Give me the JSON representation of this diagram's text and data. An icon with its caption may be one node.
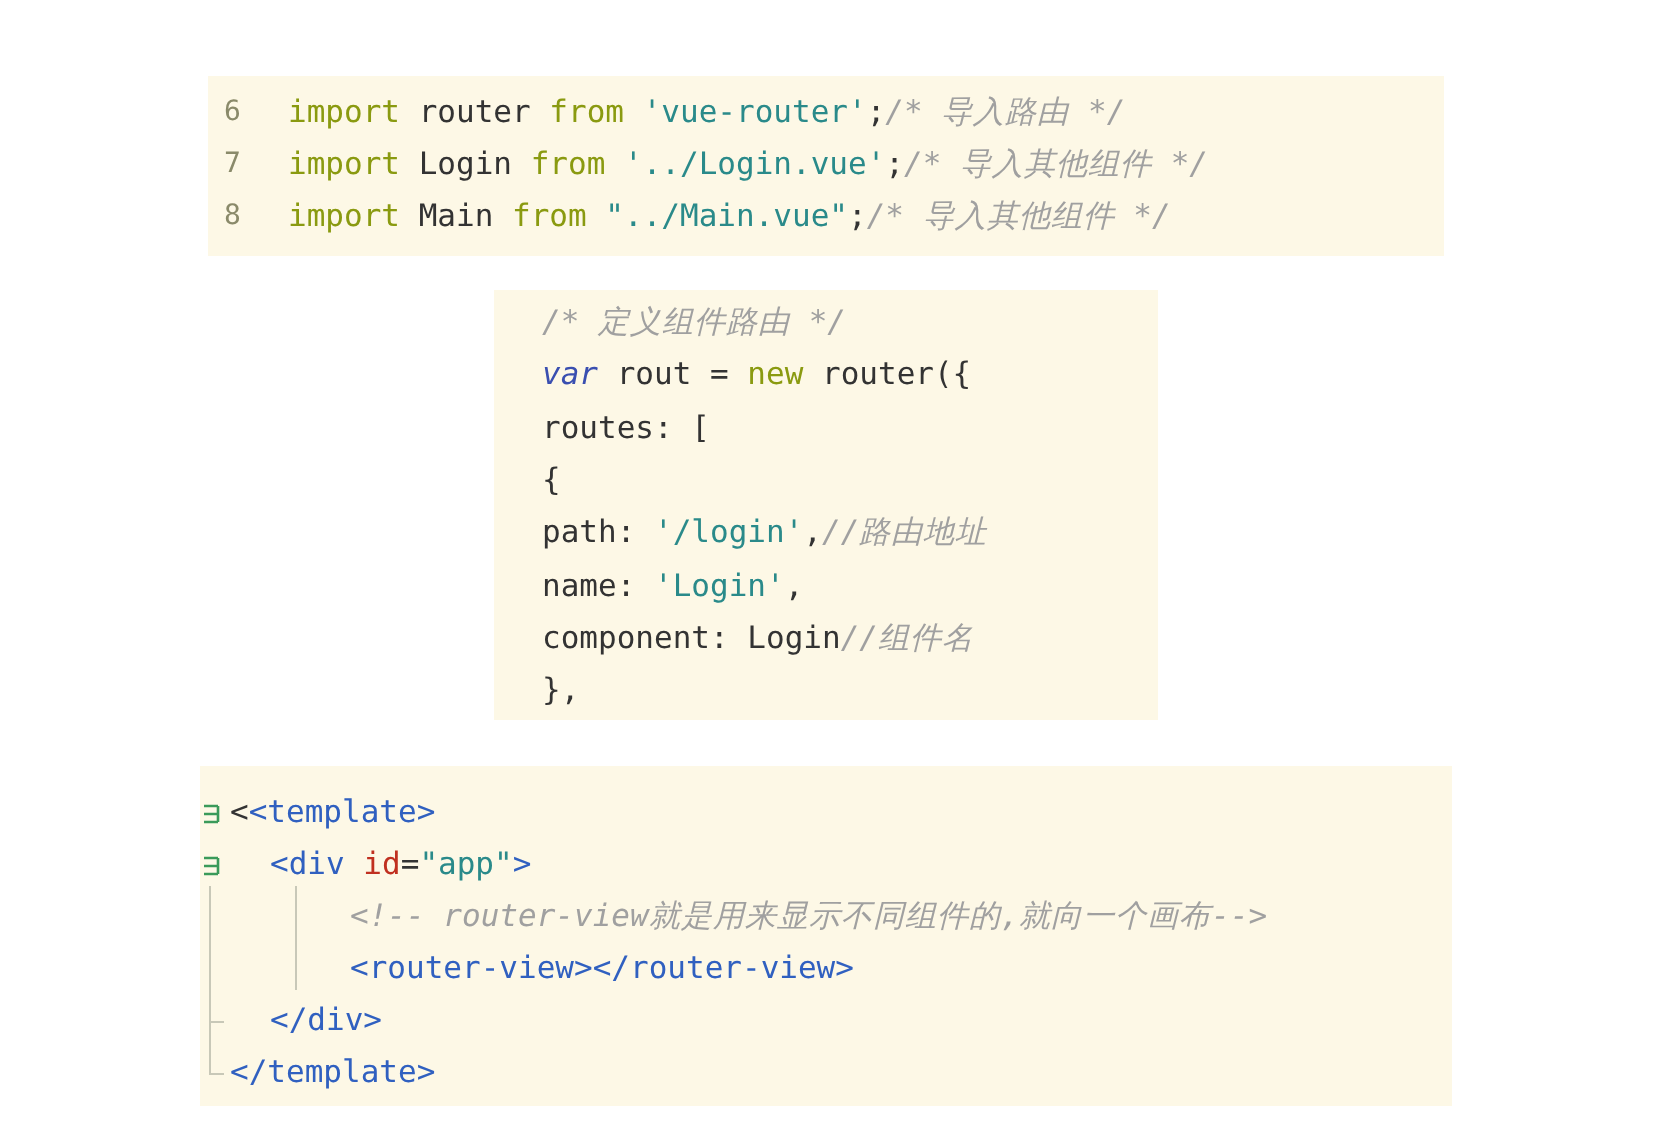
{
  "diagram": {
    "nodes": [
      {
        "text": [
          "import router from 'vue-router';/* 导入路由 */",
          "import Login from '../Login.vue';/* 导入其他组件 */",
          "import Main from \"../Main.vue\";/* 导入其他组件 */"
        ]
      },
      {
        "text": [
          "/* 定义组件路由 */",
          "var rout = new router({",
          "routes: [",
          "{",
          "path: '/login',//路由地址",
          "name: 'Login',",
          "component: Login//组件名",
          "},"
        ]
      },
      {
        "text": [
          "<<template>",
          "<div id=\"app\">",
          "<!-- router-view就是用来显示不同组件的,就向一个画布-->",
          "<router-view></router-view>",
          "</div>",
          "</template>"
        ]
      }
    ],
    "labels": [
      "6",
      "7",
      "8"
    ]
  }
}
